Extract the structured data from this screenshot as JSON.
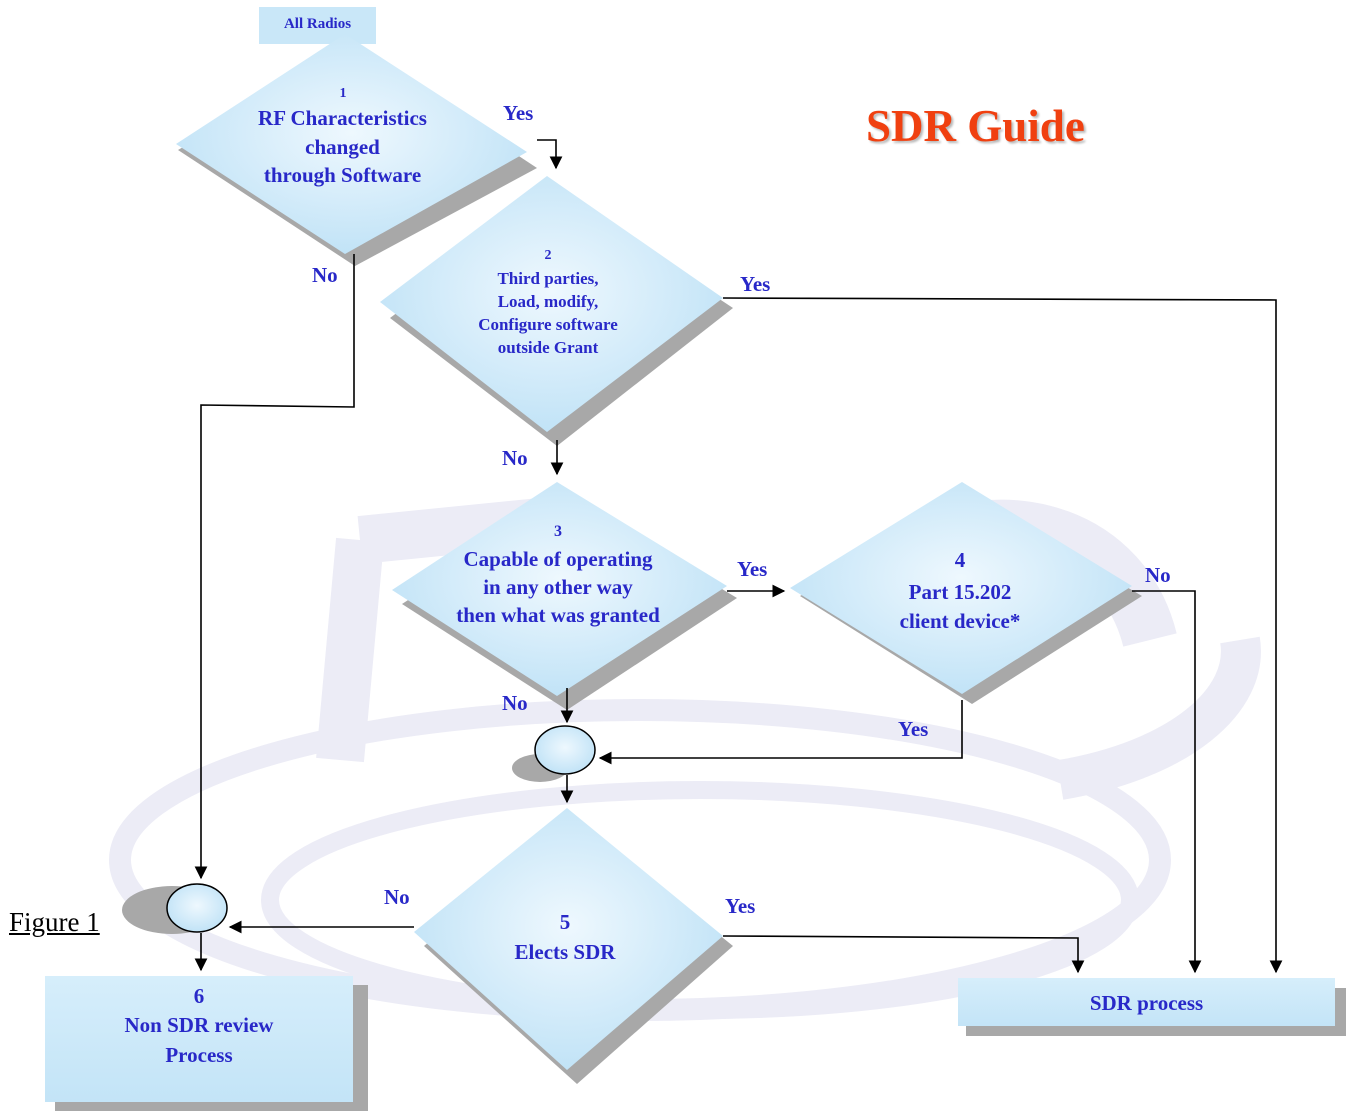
{
  "title": "SDR Guide",
  "figure_label": "Figure 1",
  "start": {
    "label": "All Radios"
  },
  "nodes": {
    "n1": {
      "num": "1",
      "lines": [
        "RF Characteristics",
        "changed",
        "through Software"
      ]
    },
    "n2": {
      "num": "2",
      "lines": [
        "Third parties,",
        "Load, modify,",
        "Configure software",
        "outside Grant"
      ]
    },
    "n3": {
      "num": "3",
      "lines": [
        "Capable of operating",
        "in any other way",
        "then what was granted"
      ]
    },
    "n4": {
      "num": "4",
      "lines": [
        "Part 15.202",
        "client device*"
      ]
    },
    "n5": {
      "num": "5",
      "lines": [
        "Elects SDR"
      ]
    },
    "n6": {
      "num": "6",
      "lines": [
        "Non SDR review",
        "Process"
      ]
    },
    "sdr": {
      "label": "SDR process"
    }
  },
  "edge_labels": {
    "n1_yes": "Yes",
    "n1_no": "No",
    "n2_yes": "Yes",
    "n2_no": "No",
    "n3_yes": "Yes",
    "n3_no": "No",
    "n4_no": "No",
    "n4_yes": "Yes",
    "n5_no": "No",
    "n5_yes": "Yes"
  },
  "colors": {
    "shape_fill_center": "#e9f5fd",
    "shape_fill_edge": "#bfe2f7",
    "shadow": "#a6a6a6",
    "text": "#2828c8",
    "title": "#f04010",
    "watermark": "#eaeaf4"
  }
}
